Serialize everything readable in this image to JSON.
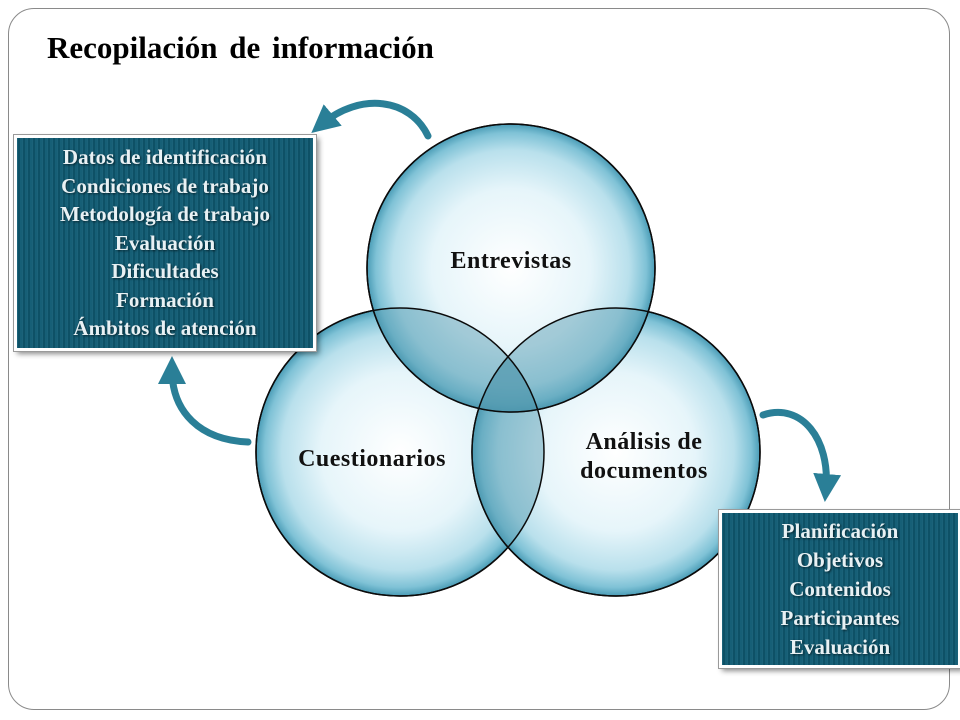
{
  "title": "Recopilación de información",
  "circles": [
    {
      "id": "entrevistas",
      "label": "Entrevistas"
    },
    {
      "id": "cuestionarios",
      "label": "Cuestionarios"
    },
    {
      "id": "analisis",
      "label_line1": "Análisis de",
      "label_line2": "documentos"
    }
  ],
  "left_box": {
    "items": [
      "Datos de identificación",
      "Condiciones de trabajo",
      "Metodología de trabajo",
      "Evaluación",
      "Dificultades",
      "Formación",
      "Ámbitos de atención"
    ]
  },
  "right_box": {
    "items": [
      "Planificación",
      "Objetivos",
      "Contenidos",
      "Participantes",
      "Evaluación"
    ]
  },
  "colors": {
    "box_fill": "#0f5a72",
    "circle_fill": "#bfe3ee",
    "arrow": "#2a7f97"
  }
}
